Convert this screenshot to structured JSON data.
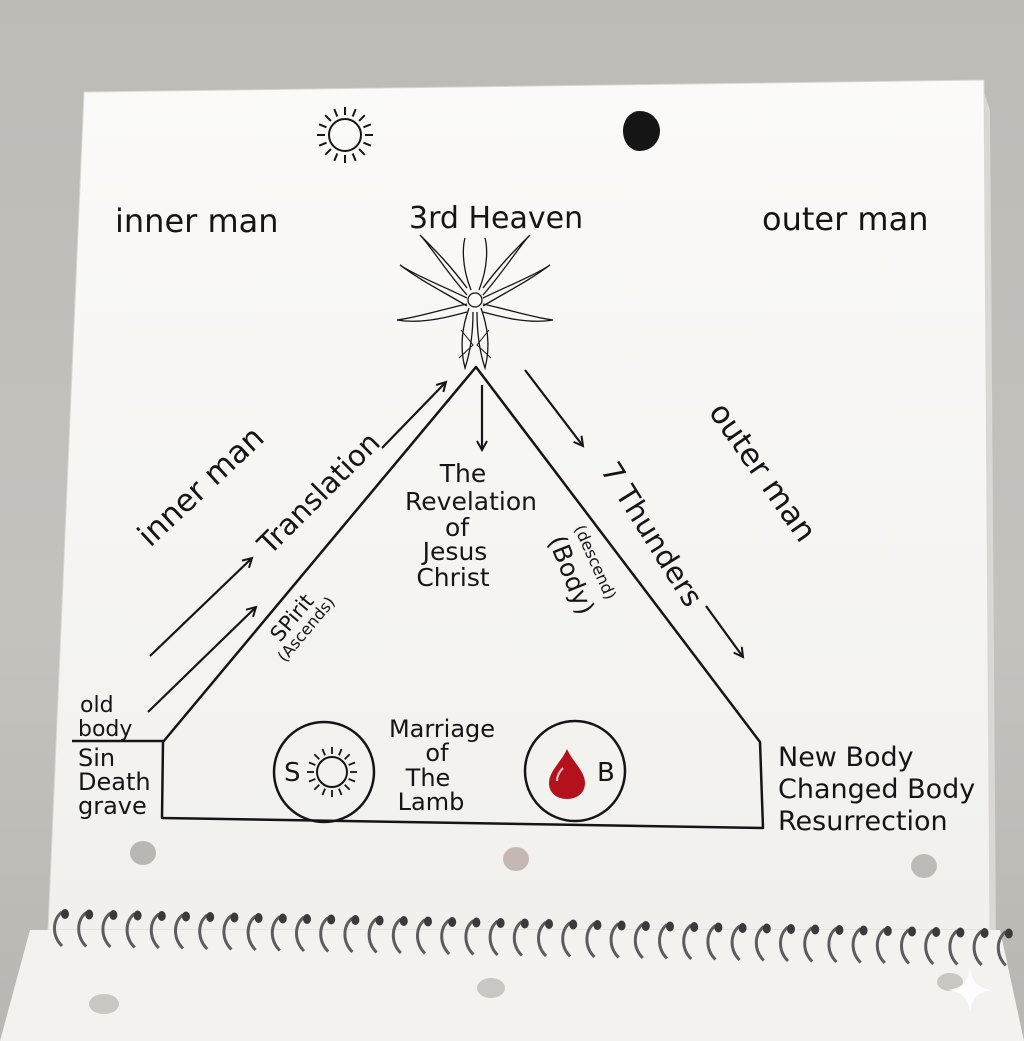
{
  "diagram": {
    "top_left_heading": "inner man",
    "top_center_heading": "3rd Heaven",
    "top_right_heading": "outer man",
    "left_side_label": "inner man",
    "right_side_label": "outer man",
    "left_arrow_label": "Translation",
    "left_edge_label": "SPirit",
    "left_edge_sublabel": "(Ascends)",
    "center_title": [
      "The",
      "Revelation",
      "of",
      "Jesus",
      "Christ"
    ],
    "right_arrow_label": "7 Thunders",
    "right_edge_sublabel": "(descend)",
    "right_edge_label": "(Body)",
    "base_left_top": [
      "old",
      "body"
    ],
    "base_left_bottom": [
      "Sin",
      "Death",
      "grave"
    ],
    "base_center": [
      "Marriage",
      "of",
      "The",
      "Lamb"
    ],
    "base_right": [
      "New Body",
      "Changed Body",
      "Resurrection"
    ],
    "circle_left_letter": "S",
    "circle_right_letter": "B"
  },
  "icons": {
    "top_left": "sun-icon",
    "top_right": "moon-icon",
    "apex": "seraph-wings-icon",
    "left_circle": "sun-icon",
    "right_circle": "blood-drop-icon"
  },
  "colors": {
    "ink": "#151515",
    "paper": "#f7f6f3",
    "blood": "#b3121c"
  }
}
